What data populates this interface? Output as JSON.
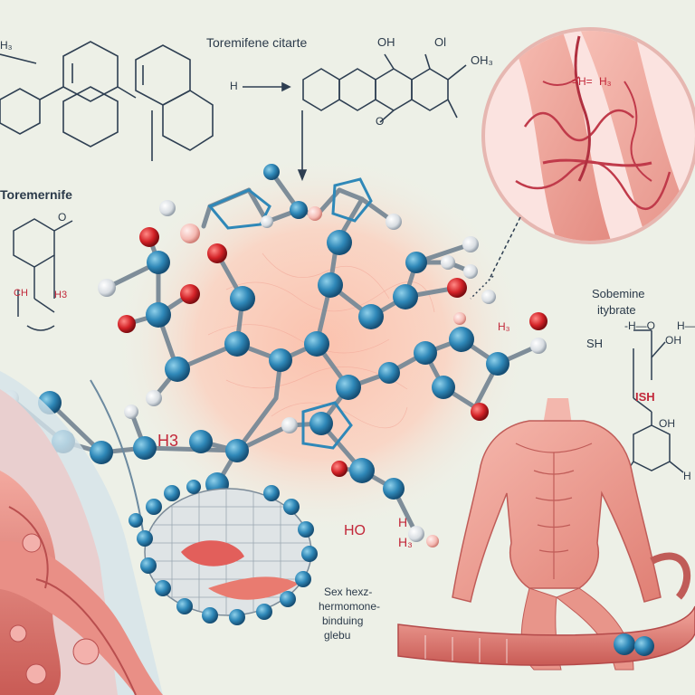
{
  "labels": {
    "title_main": "Toremifene citarte",
    "title_left": "Toremernife",
    "top_left_h": "H₃",
    "arrow_h": "H",
    "oh_top_1": "OH",
    "oh_top_2": "Ol",
    "oh_top_3": "OH₃",
    "o_bottom_top": "O",
    "left_o": "O",
    "left_h3": "H3",
    "left_ch": "CH",
    "inset_h": "=H=",
    "inset_h3": "H₃",
    "right_label_1": "Sobemine",
    "right_label_2": "itybrate",
    "sh": "SH",
    "right_h_o": "-H—O",
    "right_h": "H—",
    "right_oh": "OH",
    "right_sh_red": "ISH",
    "right_oh2": "OH",
    "right_h_end": "H",
    "center_h3": "H₃",
    "mid_h3": "H3",
    "bottom_ho": "HO",
    "bottom_h": "H",
    "bottom_h3": "H₃",
    "globulin_1": "Sex hexz-",
    "globulin_2": "hermomone-",
    "globulin_3": "binduing",
    "globulin_4": "glebu"
  }
}
